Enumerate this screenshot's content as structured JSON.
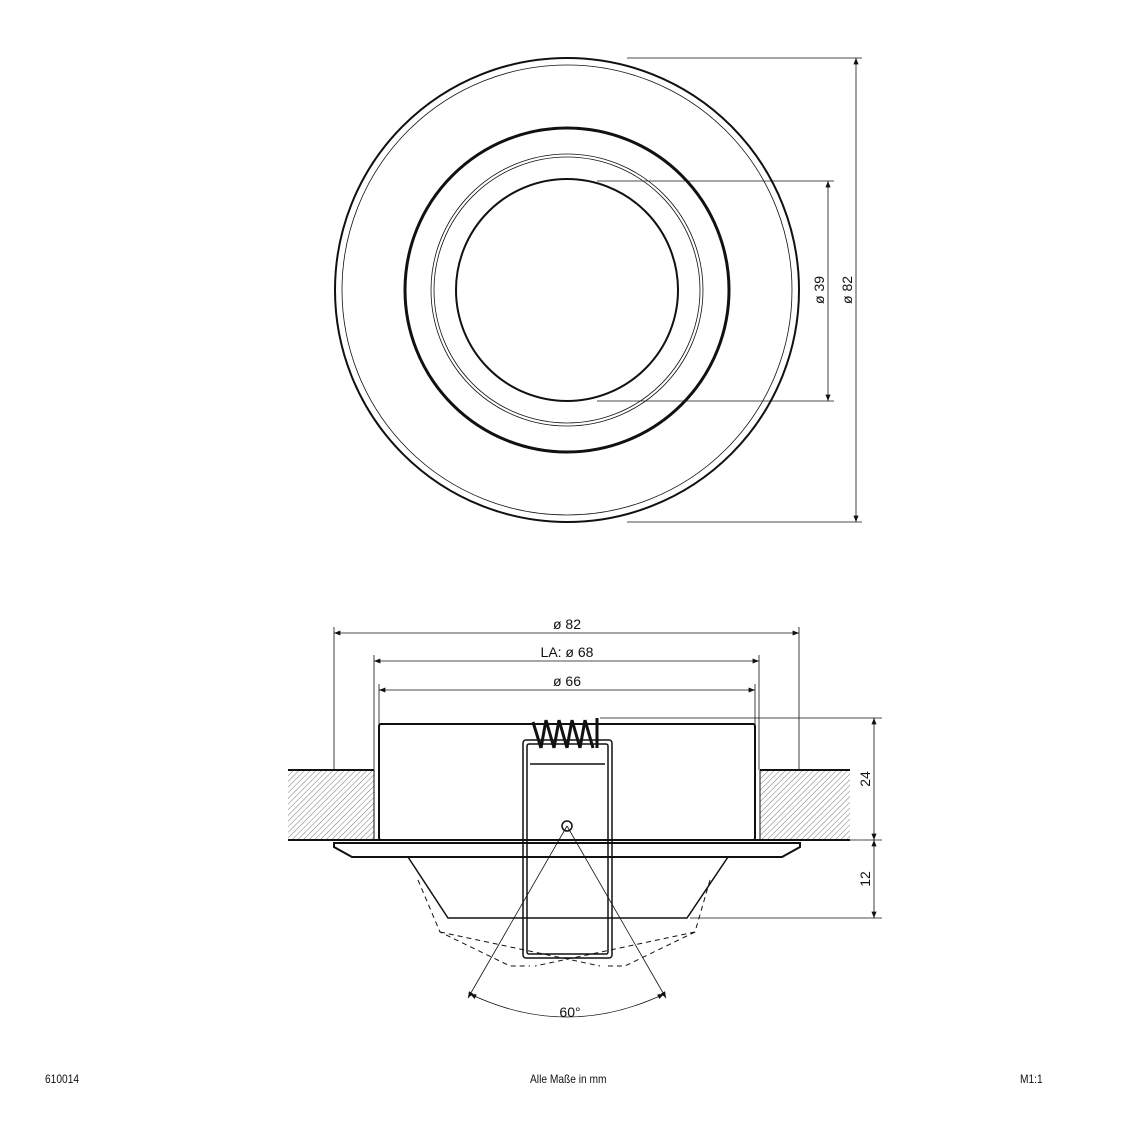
{
  "top_view": {
    "dim_inner": "ø 39",
    "dim_outer": "ø 82"
  },
  "side_view": {
    "dim_outer": "ø 82",
    "dim_cutout": "LA: ø 68",
    "dim_body": "ø 66",
    "dim_height_body": "24",
    "dim_height_bezel": "12",
    "tilt_angle": "60°"
  },
  "footer": {
    "article_number": "610014",
    "units_note": "Alle Maße in mm",
    "scale": "M1:1"
  }
}
